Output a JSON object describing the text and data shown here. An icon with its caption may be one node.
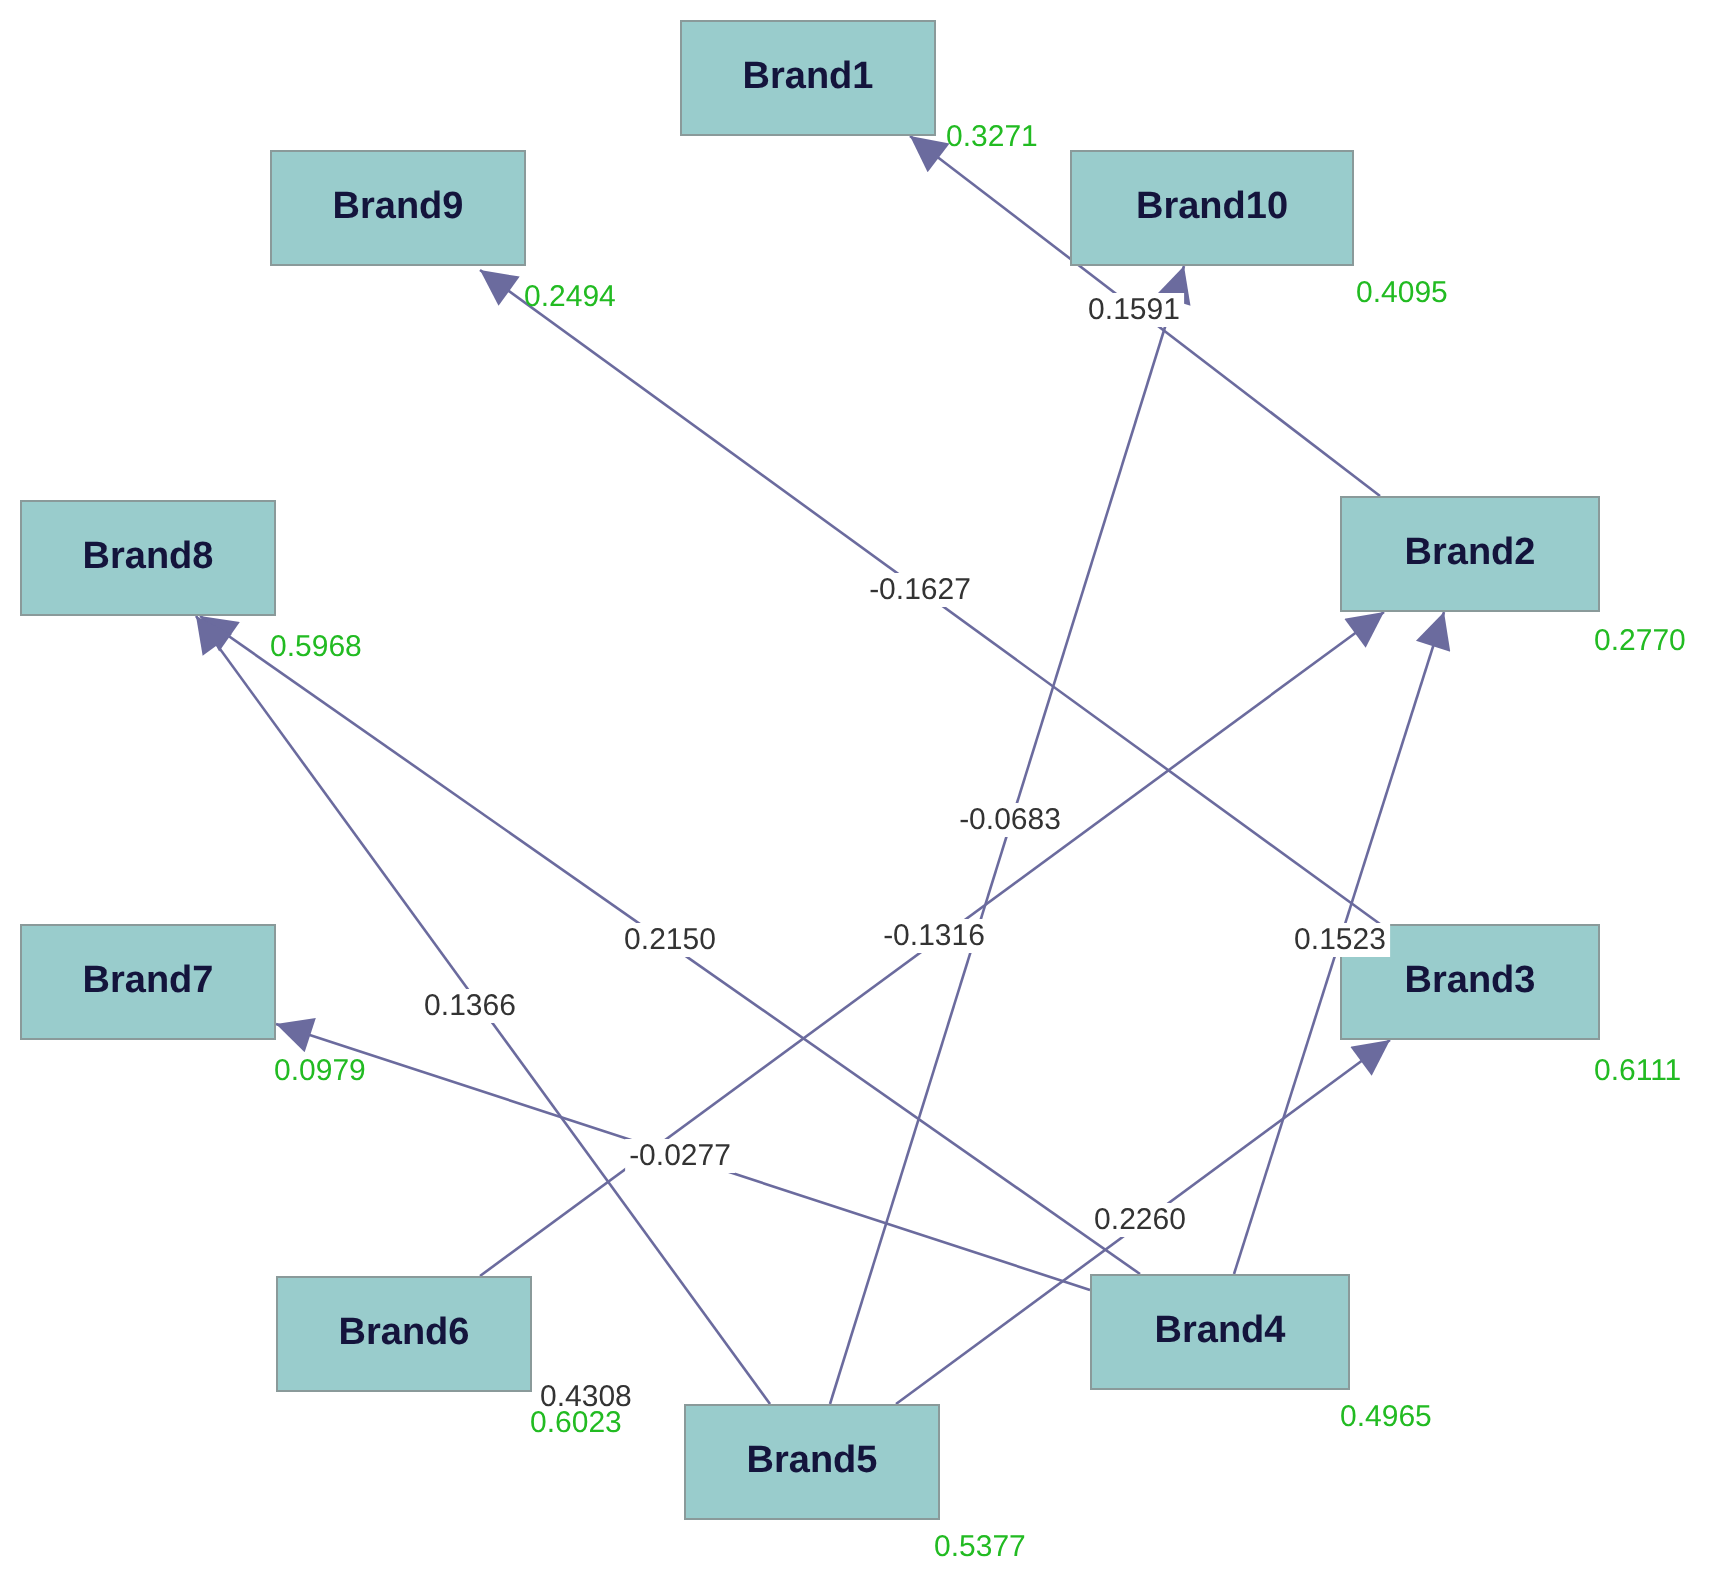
{
  "diagram": {
    "nodes": [
      {
        "text": [
          "Brand1"
        ],
        "beside": [
          "0.3271"
        ]
      },
      {
        "text": [
          "Brand9"
        ],
        "beside": [
          "0.2494"
        ]
      },
      {
        "text": [
          "Brand10"
        ],
        "beside": [
          "0.4095"
        ]
      },
      {
        "text": [
          "Brand2"
        ],
        "beside": [
          "0.2770"
        ]
      },
      {
        "text": [
          "Brand8"
        ],
        "beside": [
          "0.5968"
        ]
      },
      {
        "text": [
          "Brand7"
        ],
        "beside": [
          "0.0979"
        ]
      },
      {
        "text": [
          "Brand3"
        ],
        "beside": [
          "0.6111"
        ]
      },
      {
        "text": [
          "Brand6"
        ],
        "beside": [
          "0.6023"
        ]
      },
      {
        "text": [
          "Brand4"
        ],
        "beside": [
          "0.4965"
        ]
      },
      {
        "text": [
          "Brand5"
        ],
        "beside": [
          "0.5377"
        ]
      }
    ],
    "edges": [
      {
        "from": 3,
        "to": 0,
        "arrow": "to",
        "label": "0.1591"
      },
      {
        "from": 6,
        "to": 1,
        "arrow": "to",
        "label": "-0.1627"
      },
      {
        "from": 9,
        "to": 2,
        "arrow": "to",
        "label": "-0.0683"
      },
      {
        "from": 7,
        "to": 3,
        "arrow": "to",
        "label": "-0.1316"
      },
      {
        "from": 8,
        "to": 3,
        "arrow": "to",
        "label": "0.1523"
      },
      {
        "from": 8,
        "to": 4,
        "arrow": "to",
        "label": "0.2150"
      },
      {
        "from": 8,
        "to": 5,
        "arrow": "to",
        "label": "-0.0277"
      },
      {
        "from": 9,
        "to": 4,
        "arrow": "to",
        "label": "0.1366"
      },
      {
        "from": 9,
        "to": 6,
        "arrow": "to",
        "label": "0.2260"
      }
    ],
    "labels": [
      "0.4308"
    ]
  }
}
